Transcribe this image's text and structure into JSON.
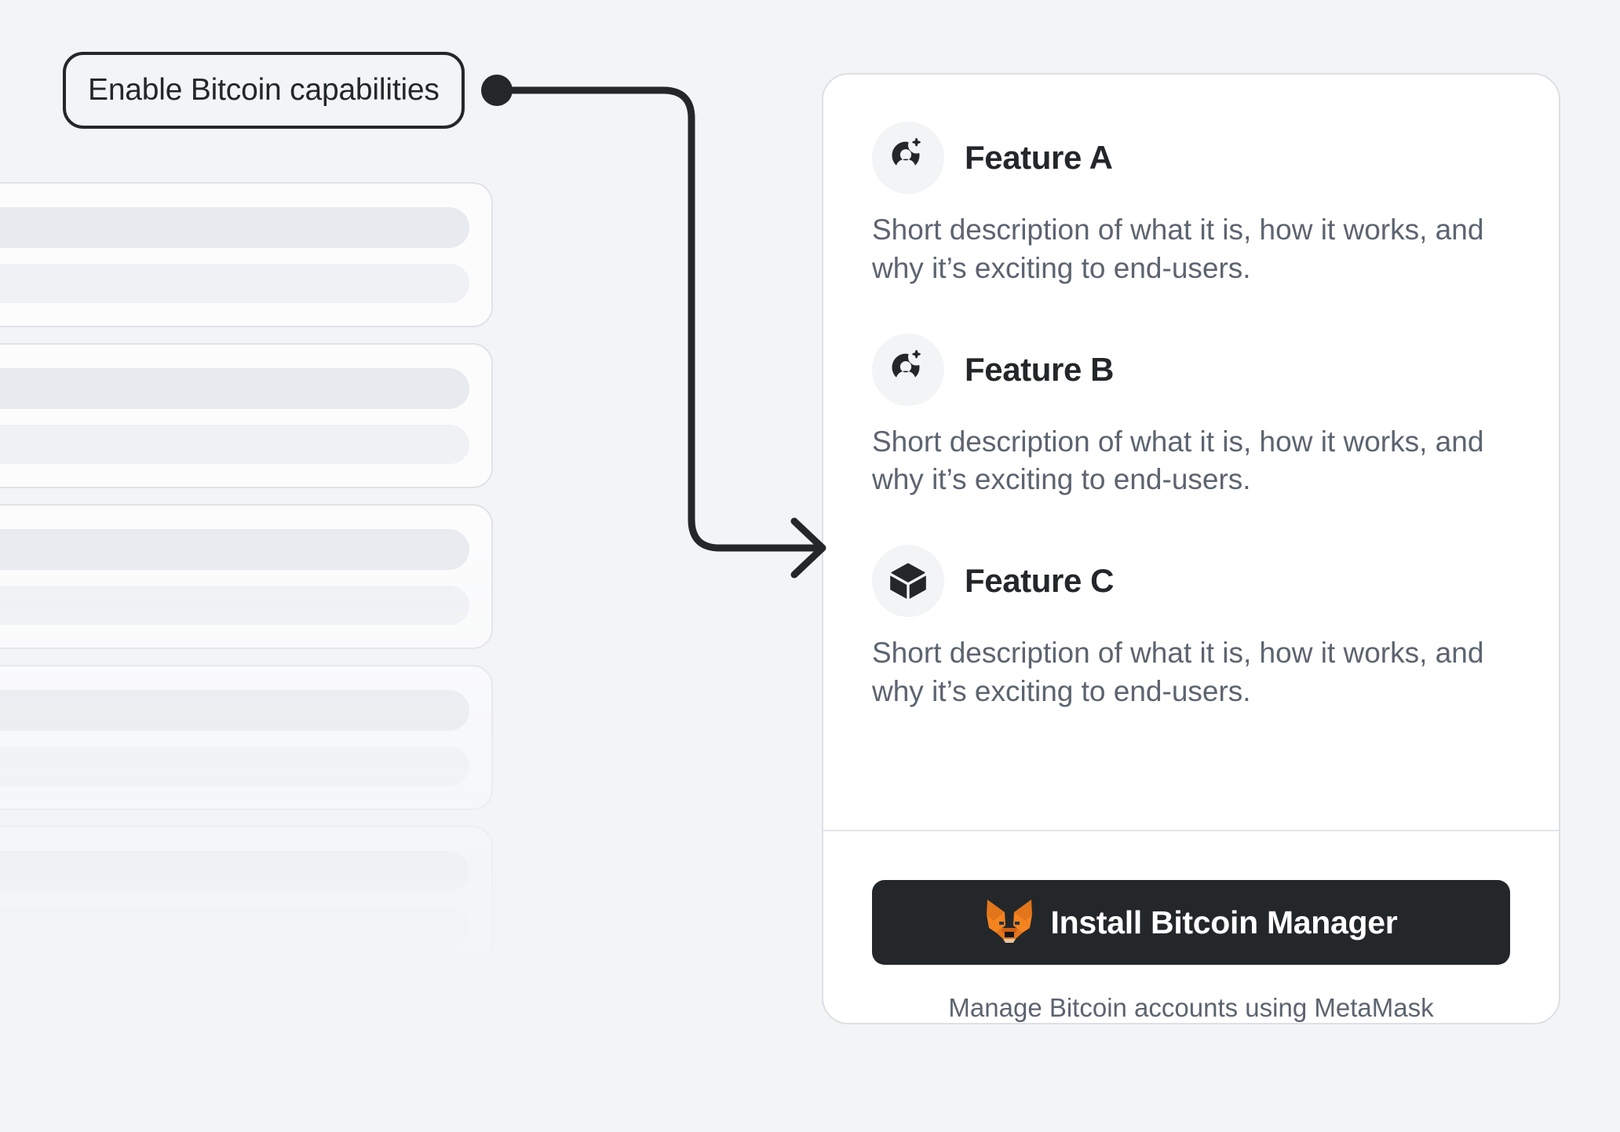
{
  "canvas": {
    "background_color": "#F2F4F6"
  },
  "annotation": {
    "label": "Enable Bitcoin capabilities",
    "border_color": "#24272A",
    "connector": {
      "dot_color": "#24272A",
      "line_color": "#24272A",
      "arrow_direction": "right"
    }
  },
  "skeleton": {
    "card_count": 6,
    "card_background": "#FCFCFD",
    "bar_color": "#E7EAEE"
  },
  "card": {
    "background_color": "#FFFFFF",
    "border_color": "#DCE0E5",
    "features": [
      {
        "icon": "add-user-icon",
        "title": "Feature A",
        "description": "Short description of what it is, how it works, and why it’s exciting to end-users."
      },
      {
        "icon": "add-user-icon",
        "title": "Feature B",
        "description": "Short description of what it is, how it works, and why it’s exciting to end-users."
      },
      {
        "icon": "cube-icon",
        "title": "Feature C",
        "description": "Short description of what it is, how it works, and why it’s exciting to end-users."
      }
    ],
    "footer": {
      "install_button": {
        "icon": "metamask-fox-icon",
        "label": "Install Bitcoin Manager",
        "background_color": "#24272A",
        "text_color": "#FFFFFF"
      },
      "caption": "Manage Bitcoin accounts using MetaMask"
    }
  }
}
